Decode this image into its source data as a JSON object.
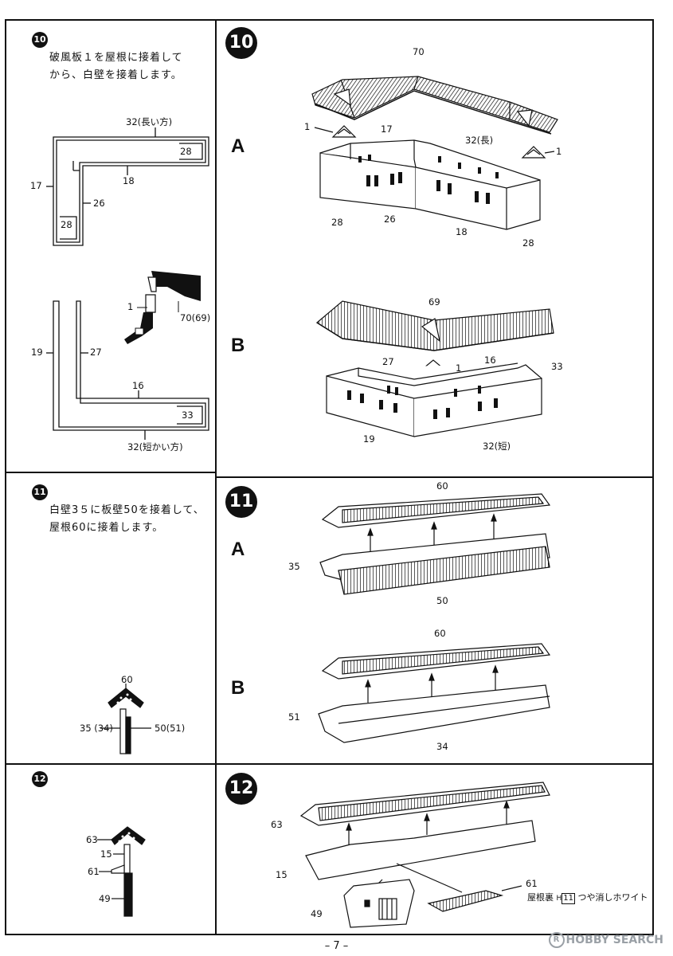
{
  "page_number": "– 7 –",
  "watermark": "HOBBY SEARCH",
  "watermark_mark": "R",
  "step10": {
    "num": "10",
    "instruction": "破風板１を屋根に接着して\nから、白壁を接着します。",
    "sub_a": "A",
    "sub_b": "B",
    "plan_a_labels": {
      "p32": "32(長い方)",
      "p28a": "28",
      "p17": "17",
      "p18": "18",
      "p26": "26",
      "p28b": "28"
    },
    "detail_labels": {
      "p1": "1",
      "p70": "70(69)"
    },
    "plan_b_labels": {
      "p19": "19",
      "p27": "27",
      "p16": "16",
      "p33": "33",
      "p32": "32(短かい方)"
    },
    "a_labels": {
      "p70": "70",
      "p1l": "1",
      "p17": "17",
      "p32": "32(長)",
      "p1r": "1",
      "p28l": "28",
      "p26": "26",
      "p18": "18",
      "p28r": "28"
    },
    "b_labels": {
      "p69": "69",
      "p27": "27",
      "p1": "1",
      "p16": "16",
      "p33": "33",
      "p19": "19",
      "p32": "32(短)"
    }
  },
  "step11": {
    "num": "11",
    "instruction": "白壁3５に板壁50を接着して、\n屋根60に接着します。",
    "sub_a": "A",
    "sub_b": "B",
    "section_labels": {
      "p60": "60",
      "p35": "35 (34)",
      "p50": "50(51)"
    },
    "a_labels": {
      "p60": "60",
      "p35": "35",
      "p50": "50"
    },
    "b_labels": {
      "p60": "60",
      "p51": "51",
      "p34": "34"
    }
  },
  "step12": {
    "num": "12",
    "section_labels": {
      "p63": "63",
      "p15": "15",
      "p61": "61",
      "p49": "49"
    },
    "labels": {
      "p63": "63",
      "p15": "15",
      "p61": "61",
      "p49": "49"
    },
    "paint_note_prefix": "屋根裏",
    "paint_code_h": "H",
    "paint_code_num": "11",
    "paint_note_suffix": "つや消しホワイト"
  }
}
